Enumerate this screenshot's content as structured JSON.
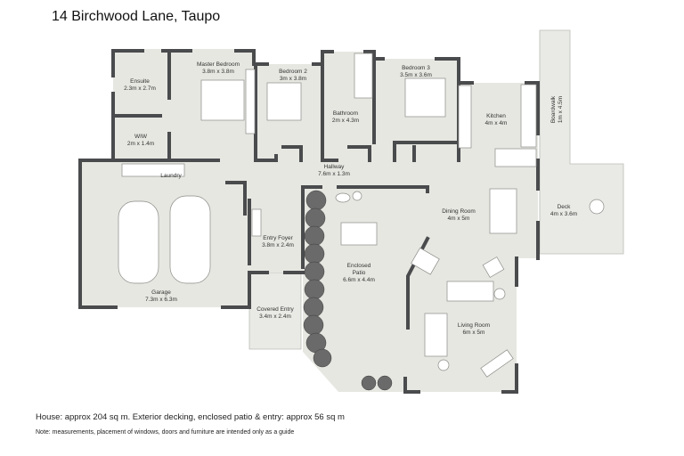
{
  "title": "14 Birchwood Lane, Taupo",
  "colors": {
    "floor": "#e6e7e1",
    "wall": "#4a4b4d",
    "exterior": "#e9eae5",
    "furniture": "#ffffff",
    "shrub": "#6a6a6a"
  },
  "rooms": [
    {
      "id": "ensuite",
      "name": "Ensuite",
      "size": "2.3m x 2.7m"
    },
    {
      "id": "master-bedroom",
      "name": "Master Bedroom",
      "size": "3.8m x 3.8m"
    },
    {
      "id": "bedroom-2",
      "name": "Bedroom 2",
      "size": "3m x 3.8m"
    },
    {
      "id": "bathroom",
      "name": "Bathroom",
      "size": "2m x 4.3m"
    },
    {
      "id": "bedroom-3",
      "name": "Bedroom 3",
      "size": "3.5m x 3.6m"
    },
    {
      "id": "kitchen",
      "name": "Kitchen",
      "size": "4m x 4m"
    },
    {
      "id": "boardwalk",
      "name": "Boardwalk",
      "size": "1m x 4.5m"
    },
    {
      "id": "wiw",
      "name": "WIW",
      "size": "2m x 1.4m"
    },
    {
      "id": "laundry",
      "name": "Laundry",
      "size": ""
    },
    {
      "id": "hallway",
      "name": "Hallway",
      "size": "7.6m x 1.3m"
    },
    {
      "id": "dining-room",
      "name": "Dining Room",
      "size": "4m x 5m"
    },
    {
      "id": "deck",
      "name": "Deck",
      "size": "4m x 3.6m"
    },
    {
      "id": "garage",
      "name": "Garage",
      "size": "7.3m x 6.3m"
    },
    {
      "id": "entry-foyer",
      "name": "Entry Foyer",
      "size": "3.8m x 2.4m"
    },
    {
      "id": "enclosed-patio",
      "name": "Enclosed Patio",
      "name_lines": [
        "Enclosed",
        "Patio"
      ],
      "size": "6.6m x 4.4m"
    },
    {
      "id": "covered-entry",
      "name": "Covered Entry",
      "size": "3.4m x 2.4m"
    },
    {
      "id": "living-room",
      "name": "Living Room",
      "size": "6m x 5m"
    }
  ],
  "footer": {
    "area_summary": "House:  approx 204 sq m. Exterior decking, enclosed patio & entry:  approx 56 sq m",
    "note": "Note:  measurements, placement of windows, doors and furniture are intended only as a guide"
  }
}
